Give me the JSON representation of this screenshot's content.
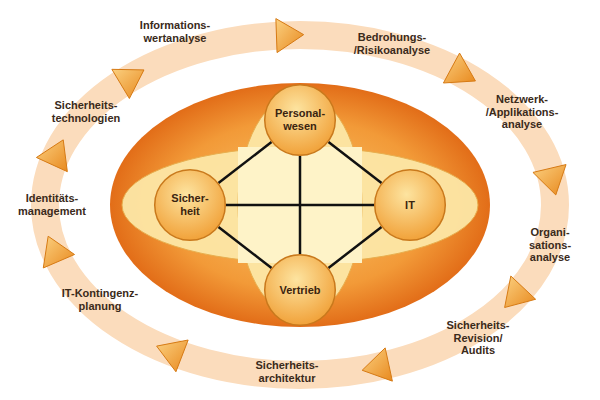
{
  "diagram": {
    "nodes": [
      {
        "text": [
          "Personal- wesen"
        ]
      },
      {
        "text": [
          "Sicher- heit"
        ]
      },
      {
        "text": [
          "IT"
        ]
      },
      {
        "text": [
          "Vertrieb"
        ]
      }
    ],
    "edges": [
      {
        "from": 0,
        "to": 1,
        "arrow": "none"
      },
      {
        "from": 0,
        "to": 2,
        "arrow": "none"
      },
      {
        "from": 1,
        "to": 3,
        "arrow": "none"
      },
      {
        "from": 2,
        "to": 3,
        "arrow": "none"
      },
      {
        "from": 0,
        "to": 3,
        "arrow": "none"
      },
      {
        "from": 1,
        "to": 2,
        "arrow": "none"
      }
    ],
    "labels": [
      "Informations- wertanalyse",
      "Bedrohungs- /Risikoanalyse",
      "Netzwerk- /Applikations- analyse",
      "Organi- sations- analyse",
      "Sicherheits- Revision/ Audits",
      "Sicherheits- architektur",
      "IT-Kontingenz- planung",
      "Identitäts- management",
      "Sicherheits- technologien"
    ]
  }
}
